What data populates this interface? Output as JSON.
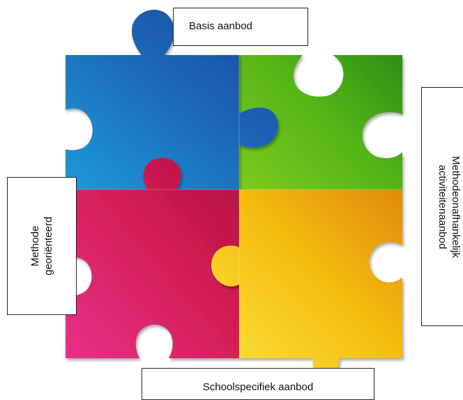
{
  "labels": {
    "top": "Basis aanbod",
    "bottom": "Schoolspecifiek aanbod",
    "left_line1": "Methode",
    "left_line2": "georiënteerd",
    "right_line1": "Methodeonafhankelijk",
    "right_line2": "activiteitenaanbod"
  },
  "pieces": [
    {
      "name": "blue",
      "color": "#1e6fc0"
    },
    {
      "name": "green",
      "color": "#58b81c"
    },
    {
      "name": "red",
      "color": "#d41e55"
    },
    {
      "name": "yellow",
      "color": "#f2b400"
    }
  ]
}
